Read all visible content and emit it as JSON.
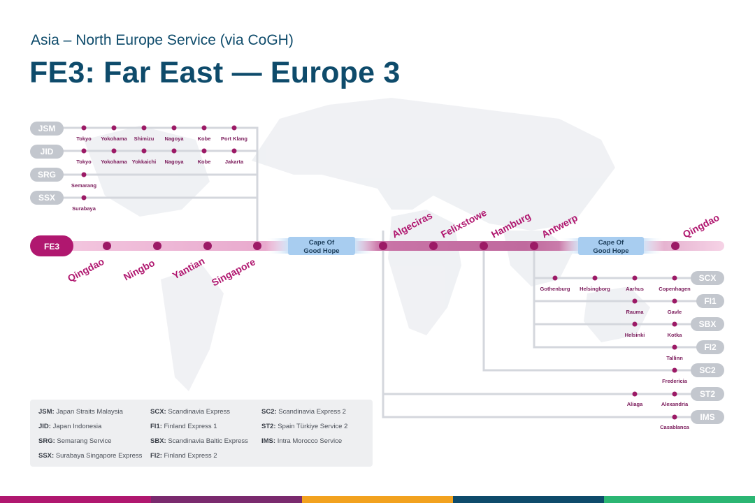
{
  "header": {
    "subtitle": "Asia – North Europe Service (via CoGH)",
    "title": "FE3: Far East — Europe 3"
  },
  "colors": {
    "brand_magenta": "#b0176f",
    "title_navy": "#0e4b6b",
    "tag_grey": "#c3c7ce",
    "cape_blue": "#a8cdf0"
  },
  "main_line": {
    "tag": "FE3",
    "asia_ports": [
      "Qingdao",
      "Ningbo",
      "Yantian",
      "Singapore"
    ],
    "cape_label_1": [
      "Cape Of",
      "Good Hope"
    ],
    "europe_ports": [
      "Algeciras",
      "Felixstowe",
      "Hamburg",
      "Antwerp"
    ],
    "cape_label_2": [
      "Cape Of",
      "Good Hope"
    ],
    "final_port": "Qingdao"
  },
  "feeders_asia": [
    {
      "code": "JSM",
      "ports": [
        "Tokyo",
        "Yokohama",
        "Shimizu",
        "Nagoya",
        "Kobe",
        "Port Klang"
      ]
    },
    {
      "code": "JID",
      "ports": [
        "Tokyo",
        "Yokohama",
        "Yokkaichi",
        "Nagoya",
        "Kobe",
        "Jakarta"
      ]
    },
    {
      "code": "SRG",
      "ports": [
        "Semarang"
      ]
    },
    {
      "code": "SSX",
      "ports": [
        "Surabaya"
      ]
    }
  ],
  "feeders_europe": [
    {
      "code": "SCX",
      "ports": [
        "Gothenburg",
        "Helsingborg",
        "Aarhus",
        "Copenhagen"
      ]
    },
    {
      "code": "FI1",
      "ports": [
        "Rauma",
        "Gavle"
      ]
    },
    {
      "code": "SBX",
      "ports": [
        "Helsinki",
        "Kotka"
      ]
    },
    {
      "code": "FI2",
      "ports": [
        "Tallinn"
      ]
    },
    {
      "code": "SC2",
      "ports": [
        "Fredericia"
      ]
    },
    {
      "code": "ST2",
      "ports": [
        "Aliaga",
        "Alexandria"
      ]
    },
    {
      "code": "IMS",
      "ports": [
        "Casablanca"
      ]
    }
  ],
  "legend": [
    {
      "code": "JSM:",
      "name": "Japan Straits Malaysia"
    },
    {
      "code": "JID:",
      "name": "Japan Indonesia"
    },
    {
      "code": "SRG:",
      "name": "Semarang Service"
    },
    {
      "code": "SSX:",
      "name": "Surabaya Singapore Express"
    },
    {
      "code": "SCX:",
      "name": "Scandinavia Express"
    },
    {
      "code": "FI1:",
      "name": "Finland Express 1"
    },
    {
      "code": "SBX:",
      "name": "Scandinavia Baltic Express"
    },
    {
      "code": "FI2:",
      "name": "Finland Express 2"
    },
    {
      "code": "SC2:",
      "name": "Scandinavia Express 2"
    },
    {
      "code": "ST2:",
      "name": "Spain Türkiye Service 2"
    },
    {
      "code": "IMS:",
      "name": "Intra Morocco Service"
    }
  ],
  "bottom_bar_colors": [
    "#b0176f",
    "#7a2a6e",
    "#f2a21f",
    "#0e4b6b",
    "#2bb673"
  ]
}
